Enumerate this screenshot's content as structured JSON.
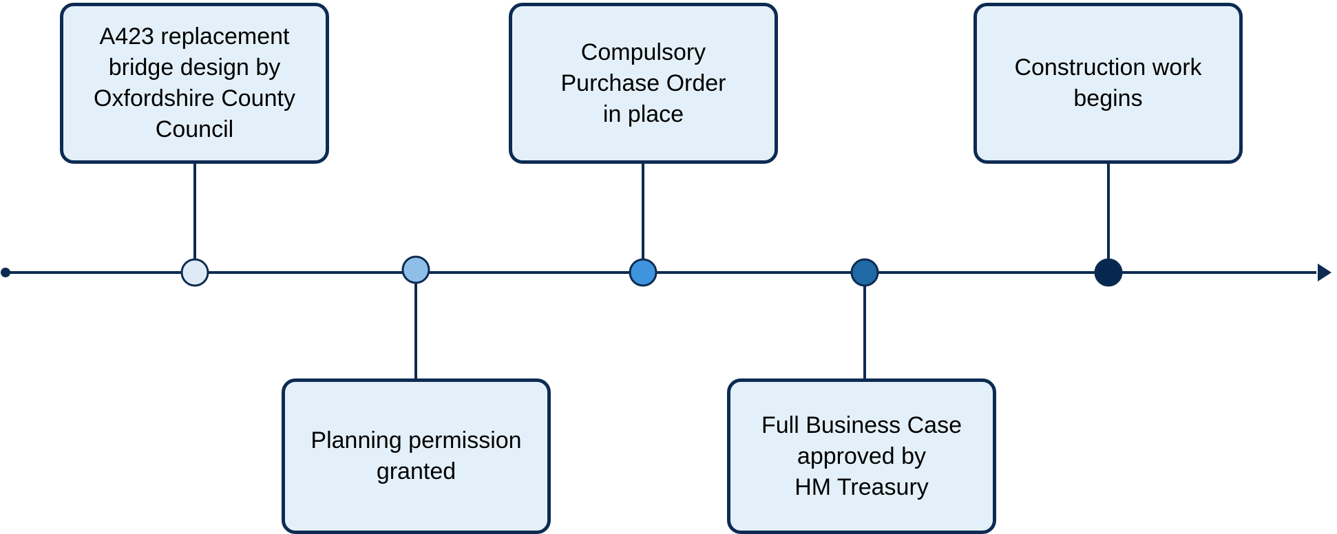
{
  "diagram": {
    "colors": {
      "line": "#0d2b52",
      "box_fill": "#e4f0f9",
      "box_border": "#0d2b52"
    },
    "milestones": [
      {
        "label": "A423 replacement\nbridge design by\nOxfordshire County\nCouncil",
        "position": "above",
        "marker_color": "#deebf7"
      },
      {
        "label": "Planning permission\ngranted",
        "position": "below",
        "marker_color": "#8fbfe8"
      },
      {
        "label": "Compulsory\nPurchase Order\nin place",
        "position": "above",
        "marker_color": "#3f95dd"
      },
      {
        "label": "Full Business Case\napproved by\nHM Treasury",
        "position": "below",
        "marker_color": "#1f6aa5"
      },
      {
        "label": "Construction work\nbegins",
        "position": "above",
        "marker_color": "#062850"
      }
    ]
  }
}
